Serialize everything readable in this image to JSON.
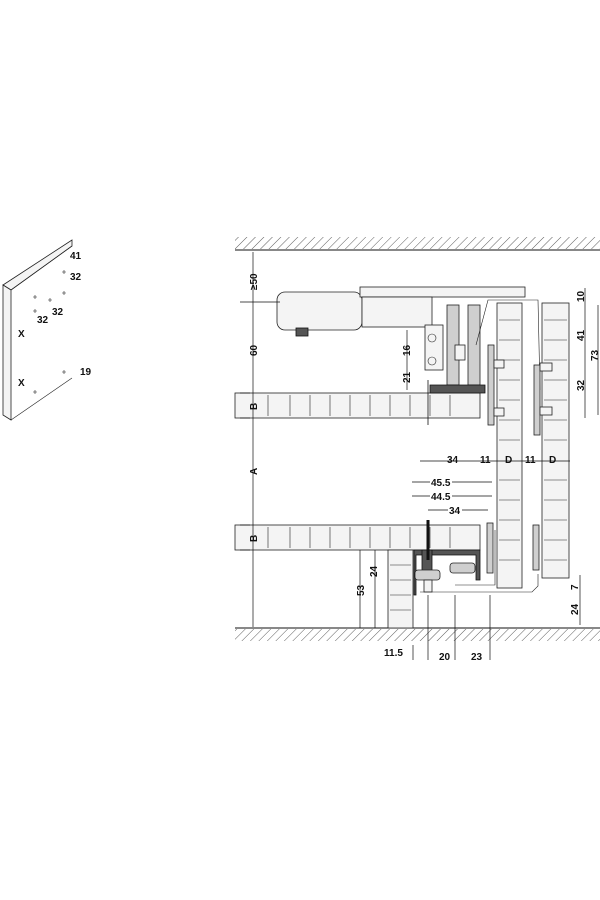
{
  "panel_detail": {
    "dims": {
      "d41": "41",
      "d32_a": "32",
      "d32_b": "32",
      "d32_c": "32",
      "x1": "X",
      "x2": "X",
      "d19": "19"
    }
  },
  "section": {
    "left_dims": {
      "min50": "≥50",
      "d60": "60",
      "a": "A",
      "b_top": "B",
      "b_bottom": "B"
    },
    "bracket_dims": {
      "d16": "16",
      "d21": "21"
    },
    "right_dims": {
      "d10": "10",
      "d41": "41",
      "d73": "73",
      "d32": "32"
    },
    "row_dims": {
      "d34": "34",
      "d11_a": "11",
      "d_a": "D",
      "d11_b": "11",
      "d_b": "D"
    },
    "mid_dims": {
      "d45_5": "45.5",
      "d44_5": "44.5",
      "d34": "34"
    },
    "bottom_dims": {
      "d24": "24",
      "d53": "53",
      "d7": "7",
      "d24_floor": "24",
      "d11_5": "11.5",
      "d20": "20",
      "d23": "23"
    }
  }
}
